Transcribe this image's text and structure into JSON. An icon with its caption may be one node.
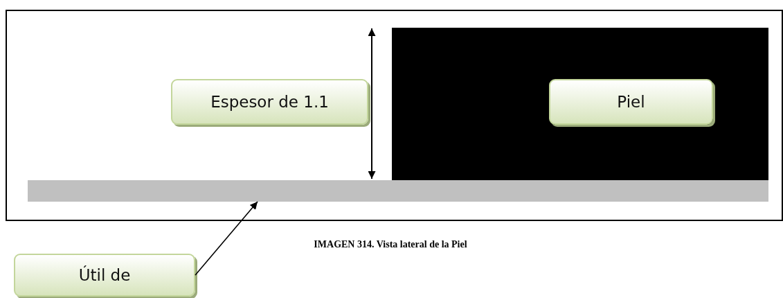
{
  "diagram": {
    "caption": "IMAGEN 314. Vista lateral de la Piel",
    "nodes": [
      {
        "text": [],
        "shape": "box"
      },
      {
        "text": [
          "Piel"
        ],
        "in": 0
      },
      {
        "text": [
          "Espesor de 1.1"
        ]
      },
      {
        "text": [],
        "shape": "bar"
      },
      {
        "text": [
          "Útil de"
        ]
      }
    ],
    "edges": [
      {
        "from": 4,
        "to": 3,
        "arrow": "to"
      }
    ]
  }
}
